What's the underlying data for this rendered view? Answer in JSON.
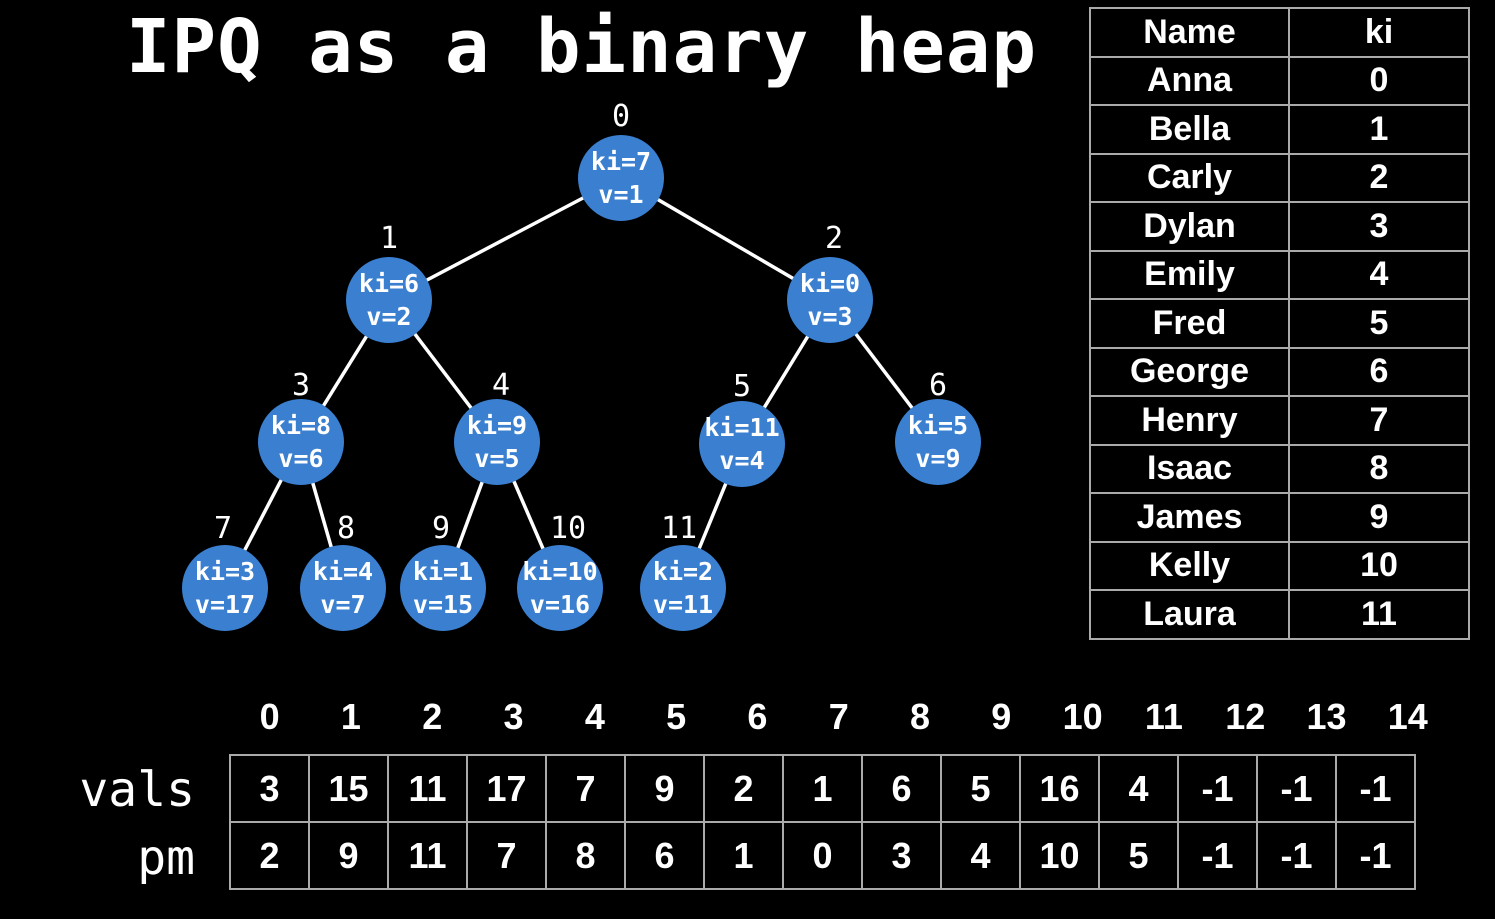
{
  "title": "IPQ as a binary heap",
  "tree": {
    "nodes": [
      {
        "index": "0",
        "label1": "ki=7",
        "label2": "v=1"
      },
      {
        "index": "1",
        "label1": "ki=6",
        "label2": "v=2"
      },
      {
        "index": "2",
        "label1": "ki=0",
        "label2": "v=3"
      },
      {
        "index": "3",
        "label1": "ki=8",
        "label2": "v=6"
      },
      {
        "index": "4",
        "label1": "ki=9",
        "label2": "v=5"
      },
      {
        "index": "5",
        "label1": "ki=11",
        "label2": "v=4"
      },
      {
        "index": "6",
        "label1": "ki=5",
        "label2": "v=9"
      },
      {
        "index": "7",
        "label1": "ki=3",
        "label2": "v=17"
      },
      {
        "index": "8",
        "label1": "ki=4",
        "label2": "v=7"
      },
      {
        "index": "9",
        "label1": "ki=1",
        "label2": "v=15"
      },
      {
        "index": "10",
        "label1": "ki=10",
        "label2": "v=16"
      },
      {
        "index": "11",
        "label1": "ki=2",
        "label2": "v=11"
      }
    ]
  },
  "name_table": {
    "headers": [
      "Name",
      "ki"
    ],
    "rows": [
      [
        "Anna",
        "0"
      ],
      [
        "Bella",
        "1"
      ],
      [
        "Carly",
        "2"
      ],
      [
        "Dylan",
        "3"
      ],
      [
        "Emily",
        "4"
      ],
      [
        "Fred",
        "5"
      ],
      [
        "George",
        "6"
      ],
      [
        "Henry",
        "7"
      ],
      [
        "Isaac",
        "8"
      ],
      [
        "James",
        "9"
      ],
      [
        "Kelly",
        "10"
      ],
      [
        "Laura",
        "11"
      ]
    ]
  },
  "arrays": {
    "indices": [
      "0",
      "1",
      "2",
      "3",
      "4",
      "5",
      "6",
      "7",
      "8",
      "9",
      "10",
      "11",
      "12",
      "13",
      "14"
    ],
    "vals_label": "vals",
    "vals": [
      "3",
      "15",
      "11",
      "17",
      "7",
      "9",
      "2",
      "1",
      "6",
      "5",
      "16",
      "4",
      "-1",
      "-1",
      "-1"
    ],
    "pm_label": "pm",
    "pm": [
      "2",
      "9",
      "11",
      "7",
      "8",
      "6",
      "1",
      "0",
      "3",
      "4",
      "10",
      "5",
      "-1",
      "-1",
      "-1"
    ]
  }
}
